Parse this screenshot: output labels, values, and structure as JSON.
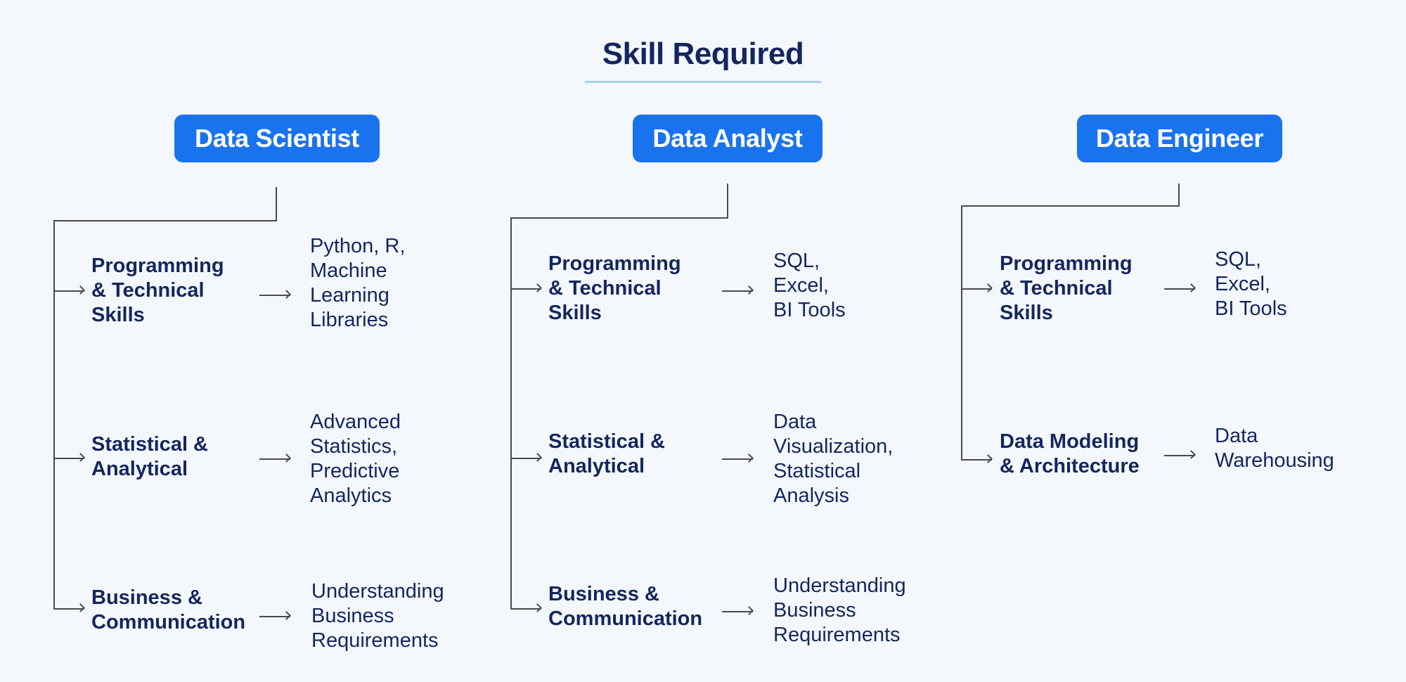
{
  "title": "Skill Required",
  "colors": {
    "background": "#f4f8fd",
    "pill": "#1a73ee",
    "text": "#14265e",
    "underline": "#a9cdf4",
    "connector": "#4a4a4a"
  },
  "roles": [
    {
      "name": "Data Scientist",
      "rows": [
        {
          "category": "Programming\n& Technical\nSkills",
          "skills": "Python, R,\nMachine\nLearning\nLibraries"
        },
        {
          "category": "Statistical &\nAnalytical",
          "skills": "Advanced\nStatistics,\nPredictive\nAnalytics"
        },
        {
          "category": "Business &\nCommunication",
          "skills": "Understanding\nBusiness\nRequirements"
        }
      ]
    },
    {
      "name": "Data Analyst",
      "rows": [
        {
          "category": "Programming\n& Technical\nSkills",
          "skills": "SQL,\nExcel,\nBI Tools"
        },
        {
          "category": "Statistical &\nAnalytical",
          "skills": "Data\nVisualization,\nStatistical\nAnalysis"
        },
        {
          "category": "Business &\nCommunication",
          "skills": "Understanding\nBusiness\nRequirements"
        }
      ]
    },
    {
      "name": "Data Engineer",
      "rows": [
        {
          "category": "Programming\n& Technical\nSkills",
          "skills": "SQL,\nExcel,\nBI Tools"
        },
        {
          "category": "Data Modeling\n& Architecture",
          "skills": "Data\nWarehousing"
        }
      ]
    }
  ]
}
